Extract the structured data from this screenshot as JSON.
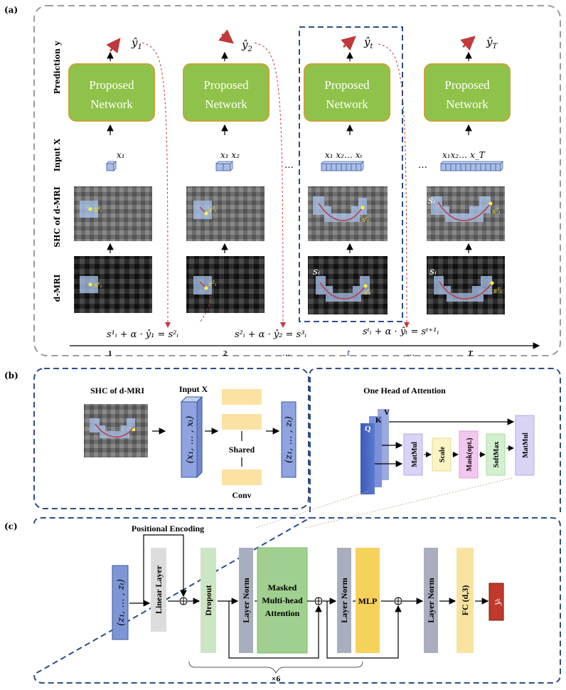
{
  "panels": {
    "a": "(a)",
    "b": "(b)",
    "c": "(c)"
  },
  "panel_a": {
    "row_labels": {
      "prediction": "Prediction y",
      "input": "Input X",
      "shc": "SHC of d-MRI",
      "dmri": "d-MRI"
    },
    "network_label_line1": "Proposed",
    "network_label_line2": "Network",
    "columns": [
      {
        "pred": "ŷ",
        "pred_sub": "1",
        "input": "x₁",
        "step": "1"
      },
      {
        "pred": "ŷ",
        "pred_sub": "2",
        "input": "x₁ x₂",
        "step": "2"
      },
      {
        "pred": "ŷ",
        "pred_sub": "t",
        "input": "x₁ x₂… xₜ",
        "step": "t"
      },
      {
        "pred": "ŷ",
        "pred_sub": "T",
        "input": "x₁x₂…   x_T",
        "step": "T"
      }
    ],
    "ellipsis": "…",
    "updates": [
      "s¹ᵢ + α · ŷ₁ = s²ᵢ",
      "s²ᵢ + α · ŷ₂ = s³ᵢ",
      "sᵗᵢ + α · ŷₜ = sᵗ⁺¹ᵢ"
    ],
    "point_labels": {
      "s1": "s¹ᵢ",
      "s2": "s²ᵢ",
      "st": "sᵗᵢ",
      "sT": "sᵀᵢ",
      "si": "sᵢ"
    }
  },
  "panel_b": {
    "shc_label": "SHC of d-MRI",
    "input_label": "Input X",
    "input_vec": "(x₁, … , xₜ)",
    "output_vec": "(z₁, … , zₜ)",
    "shared": "Shared",
    "conv": "Conv",
    "attention_title": "One Head of Attention",
    "q": "Q",
    "k": "K",
    "v": "V",
    "matmul1": "MatMul",
    "scale": "Scale",
    "mask": "Mask(opt.)",
    "softmax": "SoftMax",
    "matmul2": "MatMul"
  },
  "panel_c": {
    "positional_encoding": "Positional Encoding",
    "input_vec": "(z₁, … , zₜ)",
    "linear": "Linear Layer",
    "dropout": "Dropout",
    "layer_norm1": "Layer Norm",
    "attn_line1": "Masked",
    "attn_line2": "Multi-head",
    "attn_line3": "Attention",
    "layer_norm2": "Layer Norm",
    "mlp": "MLP",
    "layer_norm3": "Layer Norm",
    "fc": "FC (d,3)",
    "output": "yₜ",
    "repeat": "×6"
  },
  "colors": {
    "network_fill": "#8fc24a",
    "network_border": "#c6a43a",
    "red_arrow": "#c0393b",
    "dash_blue": "#2c4e86",
    "dash_gray": "#9a9a9a",
    "cube": "#a9bde6",
    "vec_blue": "#7f96d6",
    "output_red": "#c0392b"
  },
  "icons": [
    "cube-icon",
    "mri-patch-icon",
    "arrow-icon",
    "sum-node-icon"
  ]
}
